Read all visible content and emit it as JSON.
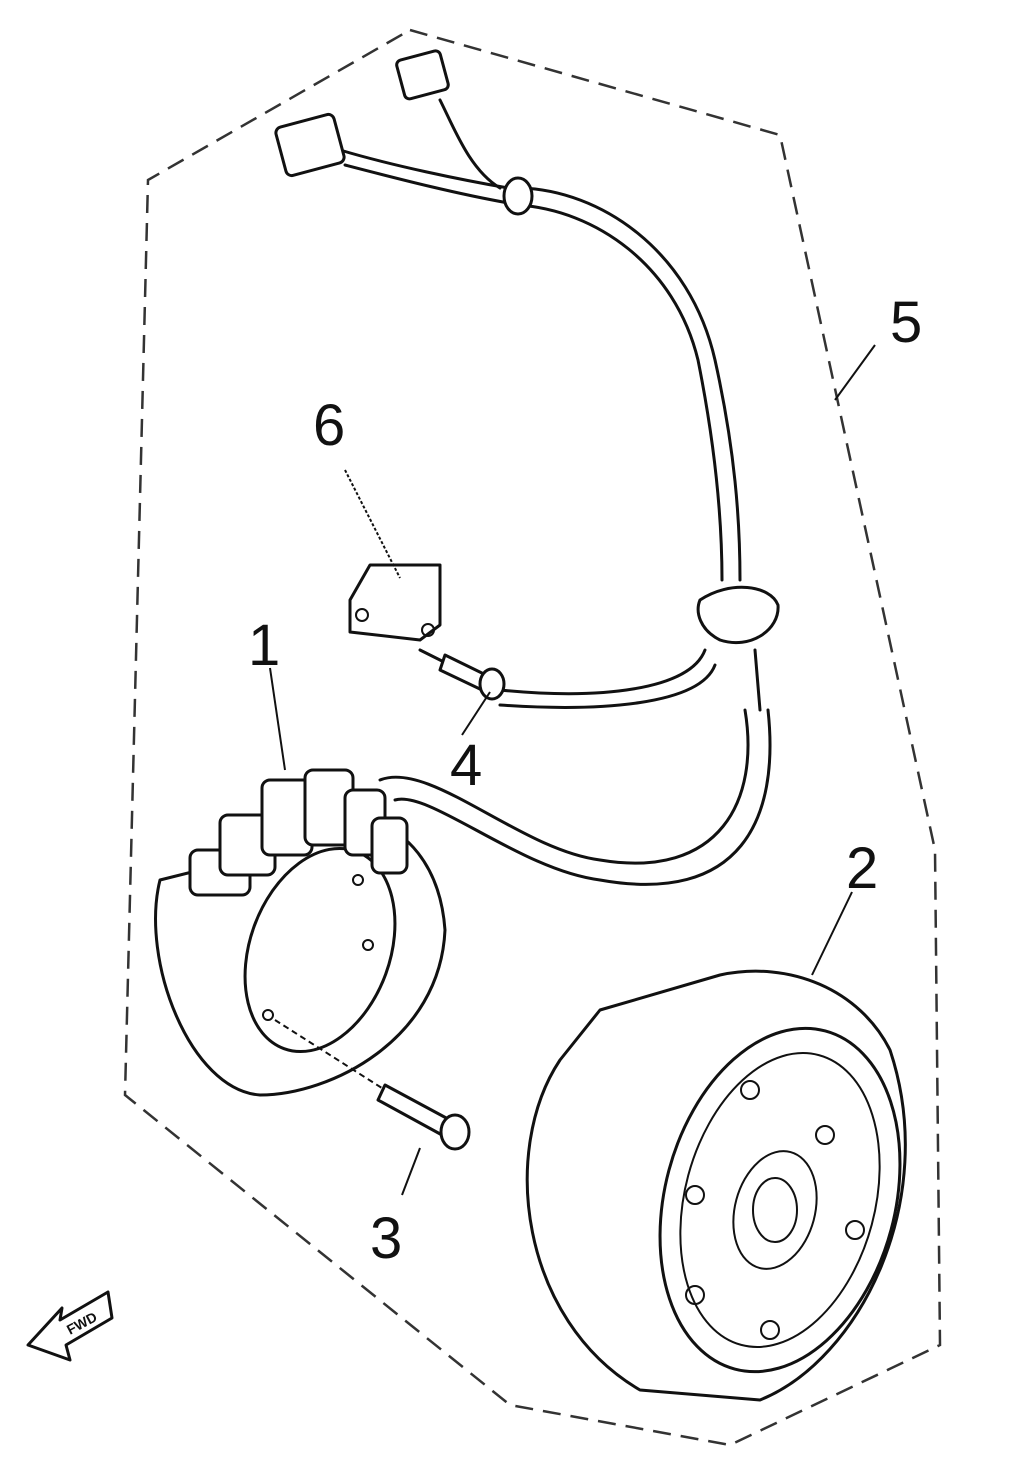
{
  "diagram": {
    "callouts": [
      {
        "id": "1",
        "label": "1"
      },
      {
        "id": "2",
        "label": "2"
      },
      {
        "id": "3",
        "label": "3"
      },
      {
        "id": "4",
        "label": "4"
      },
      {
        "id": "5",
        "label": "5"
      },
      {
        "id": "6",
        "label": "6"
      }
    ],
    "fwd_arrow_text": "FWD",
    "line_color": "#111111"
  }
}
